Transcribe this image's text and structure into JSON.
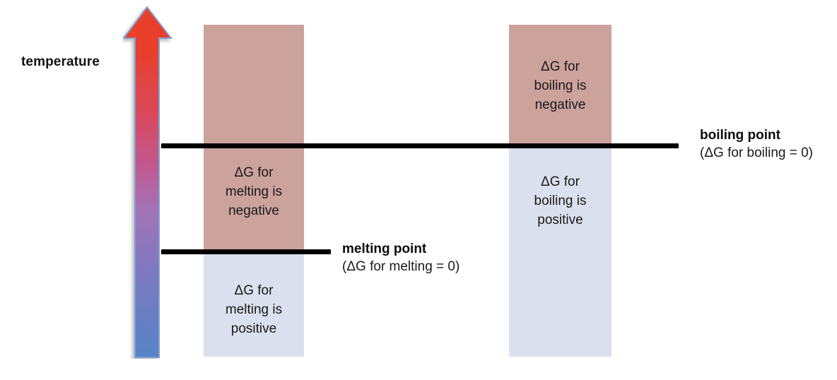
{
  "diagram": {
    "title": "Gibbs free energy vs temperature phase-change diagram",
    "background": "#ffffff"
  },
  "axis": {
    "label": "temperature",
    "icon": "up-arrow-icon",
    "gradient_top_color": "#e8402a",
    "gradient_mid_color": "#a373b8",
    "gradient_bottom_color": "#5585c6",
    "outline_color": "#7f9fd0",
    "direction": "up"
  },
  "columns": [
    {
      "name": "melting-column",
      "segments": [
        {
          "name": "melting-negative",
          "text": "ΔG for\nmelting is\nnegative",
          "color": "#cca29d",
          "state": "above-melting-point"
        },
        {
          "name": "melting-positive",
          "text": "ΔG for\nmelting is\npositive",
          "color": "#dbe0ee",
          "state": "below-melting-point"
        }
      ]
    },
    {
      "name": "boiling-column",
      "segments": [
        {
          "name": "boiling-negative",
          "text": "ΔG for\nboiling is\nnegative",
          "color": "#cca29d",
          "state": "above-boiling-point"
        },
        {
          "name": "boiling-positive",
          "text": "ΔG for\nboiling is\npositive",
          "color": "#dbe0ee",
          "state": "below-boiling-point"
        }
      ]
    }
  ],
  "thresholds": [
    {
      "name": "boiling-point",
      "title": "boiling point",
      "subtitle": "(ΔG for boiling = 0)",
      "line_color": "#000000"
    },
    {
      "name": "melting-point",
      "title": "melting point",
      "subtitle": "(ΔG for melting = 0)",
      "line_color": "#000000"
    }
  ],
  "chart_data": {
    "type": "diagram",
    "title": "Sign of ΔG for melting and boiling as a function of temperature",
    "ylabel": "temperature",
    "ylim_labels": [
      "low (blue)",
      "high (red)"
    ],
    "grid": false,
    "legend": "none",
    "thresholds": [
      {
        "label": "melting point",
        "condition": "ΔG for melting = 0",
        "relative_height": 0.315
      },
      {
        "label": "boiling point",
        "condition": "ΔG for boiling = 0",
        "relative_height": 0.635
      }
    ],
    "series": [
      {
        "name": "melting",
        "regions": [
          {
            "range": "above melting point",
            "value": "ΔG negative",
            "color": "#cca29d"
          },
          {
            "range": "below melting point",
            "value": "ΔG positive",
            "color": "#dbe0ee"
          }
        ]
      },
      {
        "name": "boiling",
        "regions": [
          {
            "range": "above boiling point",
            "value": "ΔG negative",
            "color": "#cca29d"
          },
          {
            "range": "below boiling point",
            "value": "ΔG positive",
            "color": "#dbe0ee"
          }
        ]
      }
    ]
  }
}
